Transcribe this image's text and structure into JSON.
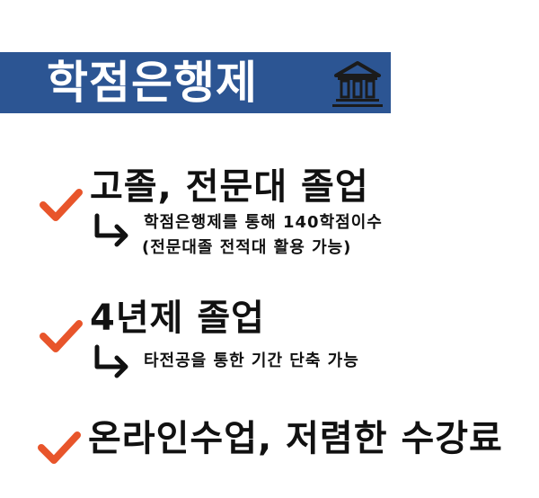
{
  "banner": {
    "title": "학점은행제",
    "icon": "bank-building-icon",
    "background": "#2c5593",
    "text_color": "#ffffff"
  },
  "accent_color": "#e8552b",
  "items": [
    {
      "icon": "checkmark-icon",
      "heading": "고졸, 전문대 졸업",
      "arrow_icon": "turn-right-arrow-icon",
      "sub_lines": [
        "학점은행제를 통해 140학점이수",
        "(전문대졸 전적대 활용 가능)"
      ]
    },
    {
      "icon": "checkmark-icon",
      "heading": "4년제 졸업",
      "arrow_icon": "turn-right-arrow-icon",
      "sub_lines": [
        "타전공을 통한 기간 단축 가능"
      ]
    },
    {
      "icon": "checkmark-icon",
      "heading": "온라인수업, 저렴한 수강료"
    }
  ]
}
